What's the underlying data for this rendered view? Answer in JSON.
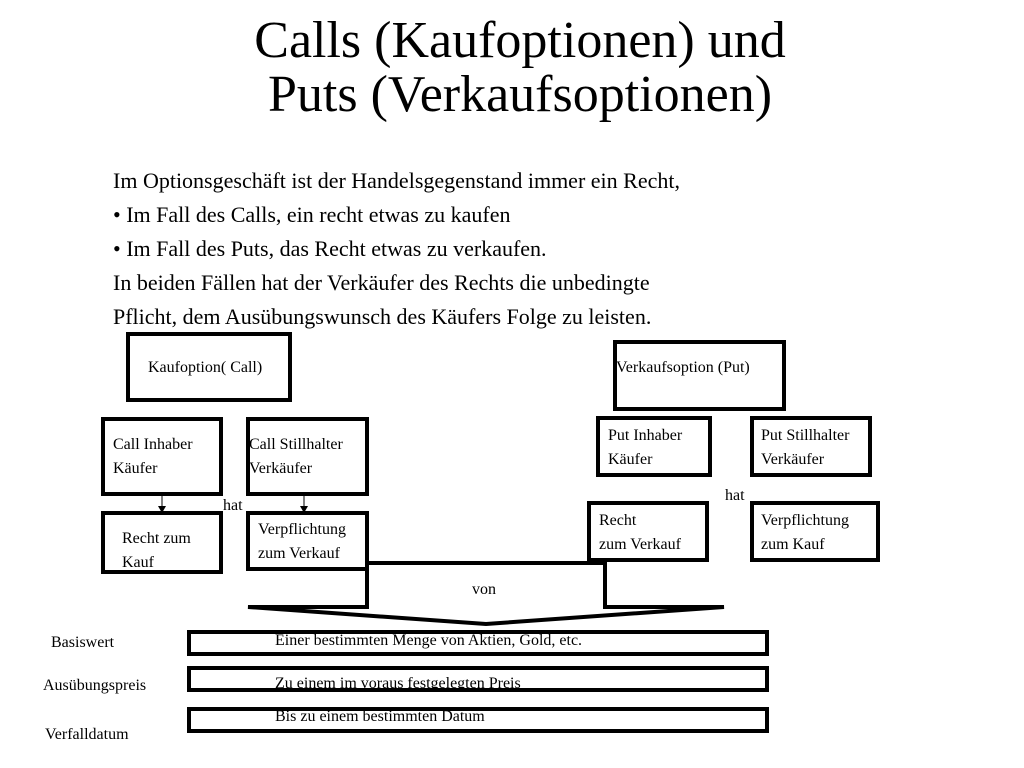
{
  "title": {
    "line1": "Calls (Kaufoptionen) und",
    "line2": "Puts (Verkaufsoptionen)"
  },
  "intro": {
    "line1": "Im Optionsgeschäft ist der Handelsgegenstand immer ein Recht,",
    "line2": "• Im Fall des Calls, ein recht etwas zu kaufen",
    "line3": "• Im Fall des Puts, das Recht etwas zu verkaufen.",
    "line4": "In beiden Fällen hat der Verkäufer des  Rechts die unbedingte",
    "line5": "Pflicht, dem Ausübungswunsch des Käufers Folge zu leisten."
  },
  "call": {
    "header": "Kaufoption( Call)",
    "holder_line1": "Call Inhaber",
    "holder_line2": "Käufer",
    "writer_line1": "Call Stillhalter",
    "writer_line2": "Verkäufer",
    "hat": "hat",
    "right_line1": "Recht zum",
    "right_line2": "Kauf",
    "obligation_line1": "Verpflichtung",
    "obligation_line2": "zum Verkauf"
  },
  "put": {
    "header": "Verkaufsoption (Put)",
    "holder_line1": "Put Inhaber",
    "holder_line2": "Käufer",
    "writer_line1": "Put Stillhalter",
    "writer_line2": "Verkäufer",
    "hat": "hat",
    "right_line1": "Recht",
    "right_line2": "zum Verkauf",
    "obligation_line1": "Verpflichtung",
    "obligation_line2": "zum Kauf"
  },
  "von": "von",
  "underlying": {
    "basiswert_label": "Basiswert",
    "basiswert_text": "Einer bestimmten Menge von Aktien, Gold, etc.",
    "strike_label": "Ausübungspreis",
    "strike_text": "Zu einem im voraus festgelegten Preis",
    "expiry_label": "Verfalldatum",
    "expiry_text": "Bis zu einem bestimmten Datum"
  }
}
